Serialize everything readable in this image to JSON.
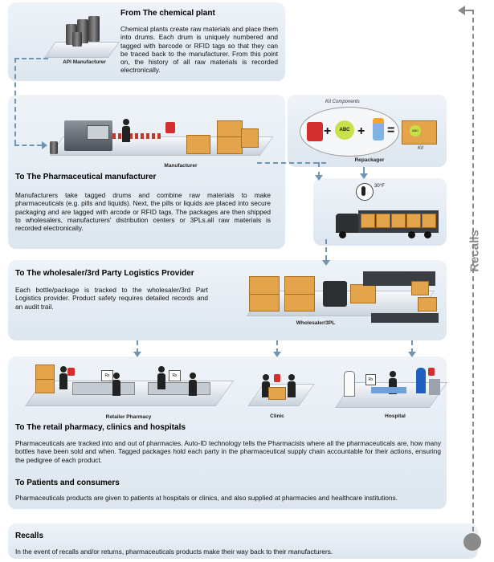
{
  "sections": {
    "chemical_plant": {
      "title": "From The chemical plant",
      "text": "Chemical plants create raw materials and place them into drums. Each drum is uniquely numbered and tagged with barcode or RFID tags so that they can be traced back to the manufacturer. From this point on, the history of all raw materials is recorded electronically.",
      "caption": "API Manufacturer"
    },
    "manufacturer": {
      "caption": "Manufacturer",
      "title": "To The Pharmaceutical manufacturer",
      "text": "Manufacturers take tagged drums and combine raw materials to make pharmaceuticals (e.g. pills and liquids). Next, the pills or liquids are placed into secure packaging and are tagged with arcode or RFID tags. The packages are then shipped to wholesalers, manufacturers' distribution centers or 3PLs.all raw materials is recorded electronically."
    },
    "repackager": {
      "kit_components": "Kit Components",
      "abc1": "ABC",
      "abc2": "ABC",
      "kit": "Kit",
      "caption": "Repackager",
      "temp": "30°F"
    },
    "wholesaler": {
      "title": "To The wholesaler/3rd Party Logistics Provider",
      "text": "Each bottle/package is tracked to the wholesaler/3rd Part Logistics provider. Product safety requires detailed records and an audit trail.",
      "caption": "Wholesaler/3PL"
    },
    "retail": {
      "captions": [
        "Retailer Pharmacy",
        "Clinic",
        "Hospital"
      ],
      "rx1": "Rx",
      "rx2": "Rx",
      "rx3": "Rx",
      "title": "To The retail pharmacy, clinics and hospitals",
      "text": "Pharmaceuticals are tracked into and out of pharmacies. Auto-ID technology tells the Pharmacists where all the pharmaceuticals are, how many bottles have been sold and when. Tagged packages hold each party in the pharmaceutical supply chain accountable for their actions, ensuring the pedigree of each product."
    },
    "patients": {
      "title": "To Patients and consumers",
      "text": "Pharmaceuticals products are given to patients at hospitals or clinics, and also supplied at pharmacies and healthcare institutions."
    },
    "recalls": {
      "title": "Recalls",
      "text": "In the event of recalls and/or returns, pharmaceuticals products make their way back to their manufacturers.",
      "side_label": "Recalls"
    }
  },
  "colors": {
    "arrow": "#6f95b3",
    "box": "#e4a44c",
    "panel": "#e3eaf1",
    "recall_line": "#8a8a8a"
  }
}
